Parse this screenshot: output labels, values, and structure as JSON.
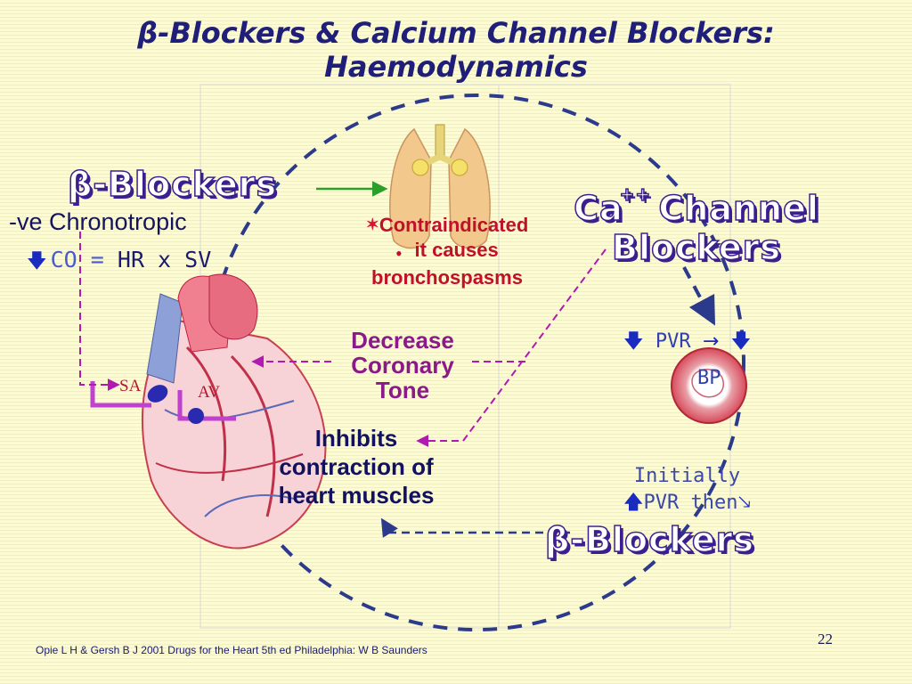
{
  "slide": {
    "title_line1": "β-Blockers & Calcium Channel Blockers:",
    "title_line2": "Haemodynamics",
    "beta_blockers_label": "β-Blockers",
    "ca_label": "Ca",
    "ca_superscript": "++",
    "channel_label": " Channel",
    "blockers_label": "Blockers",
    "chronotropic": "-ve Chronotropic",
    "co_arrow": "🡇",
    "co_equation_prefix": "CO = ",
    "co_equation_rest": "HR x SV",
    "contra_star": "✶",
    "contraindicated": "Contraindicated",
    "contra_bullet": "●",
    "it_causes": "it causes",
    "bronchospasms": "bronchospasms",
    "decrease_line1": "Decrease",
    "decrease_line2": "Coronary",
    "decrease_line3": "Tone",
    "inhibits_line1": "Inhibits",
    "inhibits_line2": "contraction of",
    "inhibits_line3": "heart muscles",
    "pvr_down_arrow": "🡇",
    "pvr_label": "PVR",
    "pvr_right_arrow": "→",
    "bp_down_arrow": "🡇",
    "bp_label": "BP",
    "initially_line1": "Initially",
    "up_arrow": "🡅",
    "initially_line2": "PVR then",
    "down_right_arrow": "🡖",
    "sa_label": "SA",
    "av_label": "AV",
    "footer": "Opie L H & Gersh B J  2001 Drugs for the Heart 5th ed Philadelphia: W B Saunders",
    "page_number": "22"
  },
  "colors": {
    "title": "#1f1f7a",
    "outline_text": "#3b1f8f",
    "contraindicated": "#c0102a",
    "decrease": "#8a1a8a",
    "dashed_circle": "#2c3a8c",
    "connector_magenta": "#b01ab0",
    "arrow_green": "#2aa02a"
  },
  "icons": [
    "lungs-icon",
    "heart-icon",
    "artery-cross-section-icon"
  ]
}
